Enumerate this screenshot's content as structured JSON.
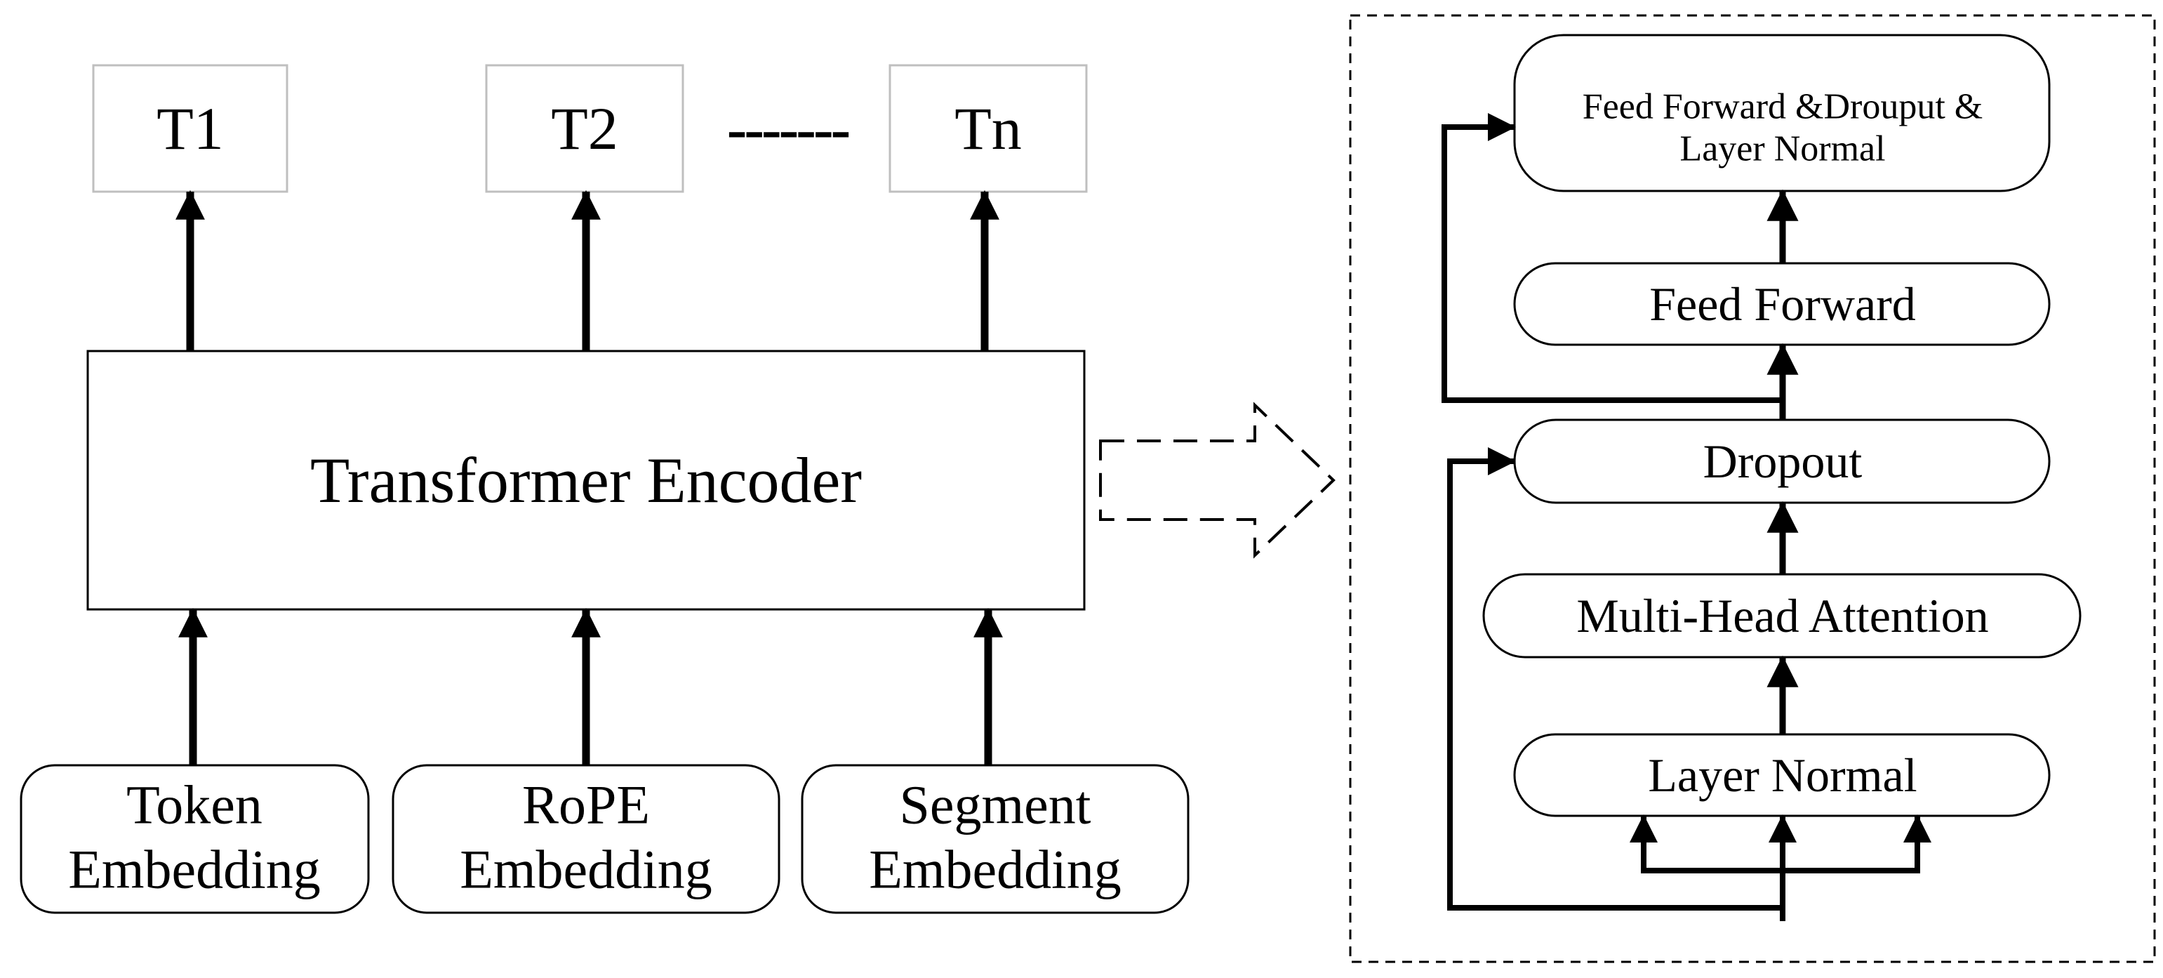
{
  "colors": {
    "stroke": "#000000",
    "output_box_border": "#bfbfbf",
    "background": "#ffffff"
  },
  "outputs": {
    "t1": "T1",
    "t2": "T2",
    "tn": "Tn",
    "ellipsis": "-------"
  },
  "encoder": {
    "label": "Transformer Encoder"
  },
  "embeddings": {
    "token": {
      "line1": "Token",
      "line2": "Embedding"
    },
    "rope": {
      "line1": "RoPE",
      "line2": "Embedding"
    },
    "segment": {
      "line1": "Segment",
      "line2": "Embedding"
    }
  },
  "detail": {
    "ffn_dropout_norm": {
      "line1": "Feed Forward &Drouput &",
      "line2": "Layer Normal"
    },
    "feed_forward": "Feed Forward",
    "dropout": "Dropout",
    "multi_head_attention": "Multi-Head Attention",
    "layer_normal": "Layer Normal"
  }
}
